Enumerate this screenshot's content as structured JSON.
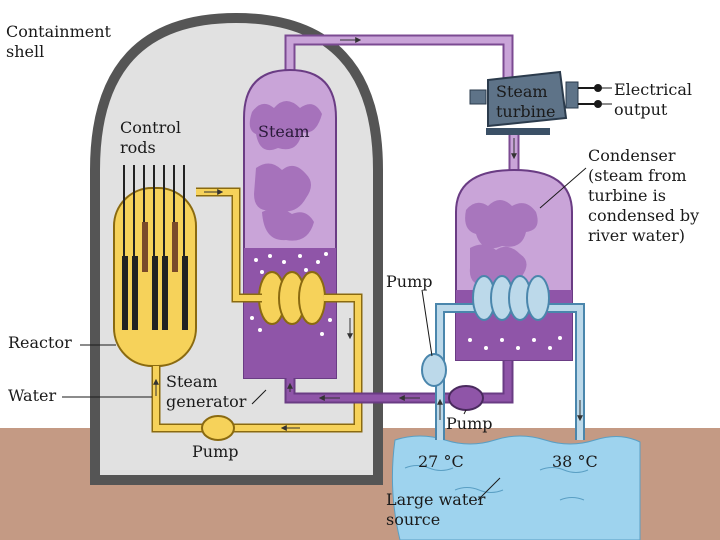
{
  "labels": {
    "containment_shell": "Containment\nshell",
    "control_rods": "Control\nrods",
    "steam": "Steam",
    "steam_turbine": "Steam\nturbine",
    "electrical_output": "Electrical\noutput",
    "condenser": "Condenser\n(steam from\nturbine is\ncondensed by\nriver water)",
    "pump_upper": "Pump",
    "reactor": "Reactor",
    "water": "Water",
    "steam_generator": "Steam\ngenerator",
    "pump_middle": "Pump",
    "pump_bottom": "Pump",
    "temp_in": "27 °C",
    "temp_out": "38 °C",
    "large_water_source": "Large water\nsource"
  },
  "colors": {
    "ground": "#c49a84",
    "shell_fill": "#e1e1e1",
    "shell_stroke": "#555555",
    "reactor_fill": "#f6d25a",
    "reactor_stroke": "#8a6a10",
    "steam_fill": "#c9a4d8",
    "steam_dark": "#9a62b2",
    "liquid": "#8f55a8",
    "cooling_pipe": "#bcd9ea",
    "river": "#9ed3ee"
  }
}
